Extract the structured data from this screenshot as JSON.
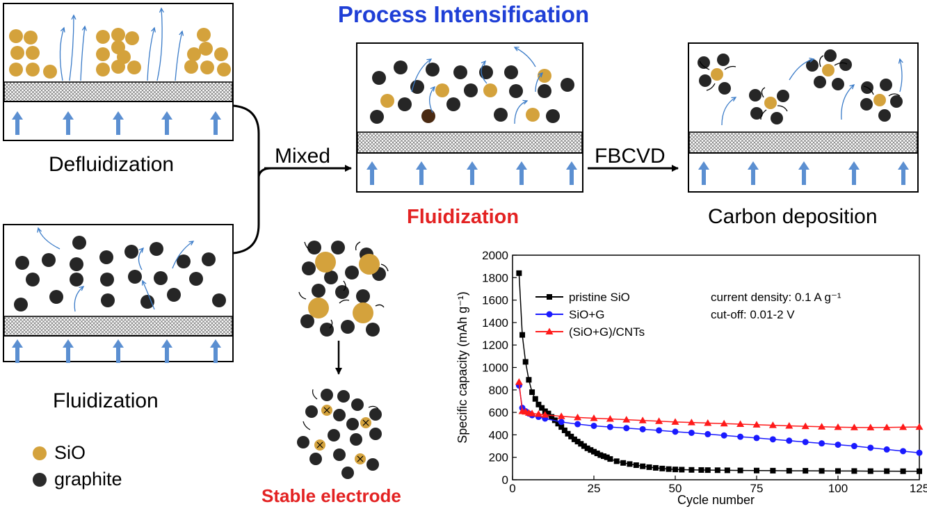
{
  "title": "Process Intensification",
  "colors": {
    "title": "#1f3fd6",
    "highlight": "#e32222",
    "sio": "#d4a23c",
    "graphite": "#262626",
    "air": "#5b8fd1",
    "plate": "#bdbdbd"
  },
  "beds": {
    "defluidization": "Defluidization",
    "fluidization_graphite": "Fluidization",
    "mixed_fluidization": "Fluidization",
    "carbon_deposition": "Carbon deposition"
  },
  "arrows": {
    "mixed": "Mixed",
    "fbcvd": "FBCVD"
  },
  "electrode": {
    "label": "Stable electrode"
  },
  "legend": [
    {
      "label": "SiO",
      "color": "#d4a23c"
    },
    {
      "label": "graphite",
      "color": "#2b2b2b"
    }
  ],
  "chart_data": {
    "type": "scatter",
    "xlabel": "Cycle number",
    "ylabel": "Specific capacity (mAh g⁻¹)",
    "xlim": [
      0,
      125
    ],
    "ylim": [
      0,
      2000
    ],
    "xticks": [
      0,
      25,
      50,
      75,
      100,
      125
    ],
    "yticks": [
      0,
      200,
      400,
      600,
      800,
      1000,
      1200,
      1400,
      1600,
      1800,
      2000
    ],
    "annotations": [
      "current density: 0.1 A g⁻¹",
      "cut-off: 0.01-2 V"
    ],
    "series": [
      {
        "name": "pristine SiO",
        "marker": "square",
        "color": "#000000",
        "x": [
          2,
          3,
          4,
          5,
          6,
          7,
          8,
          9,
          10,
          11,
          12,
          13,
          14,
          15,
          16,
          17,
          18,
          19,
          20,
          21,
          22,
          23,
          24,
          25,
          26,
          27,
          28,
          29,
          30,
          32,
          34,
          36,
          38,
          40,
          42,
          44,
          46,
          48,
          50,
          52,
          55,
          58,
          60,
          63,
          66,
          70,
          75,
          80,
          85,
          90,
          95,
          100,
          105,
          110,
          115,
          120,
          125
        ],
        "y": [
          1840,
          1290,
          1050,
          890,
          780,
          720,
          670,
          640,
          610,
          590,
          560,
          530,
          500,
          470,
          440,
          410,
          385,
          360,
          340,
          320,
          300,
          280,
          265,
          250,
          235,
          220,
          210,
          200,
          185,
          165,
          150,
          140,
          130,
          120,
          112,
          106,
          100,
          95,
          92,
          90,
          88,
          87,
          86,
          85,
          84,
          83,
          82,
          81,
          80,
          80,
          79,
          78,
          78,
          77,
          77,
          76,
          76
        ]
      },
      {
        "name": "SiO+G",
        "marker": "circle",
        "color": "#1a1aff",
        "x": [
          2,
          3,
          4,
          5,
          6,
          8,
          10,
          15,
          20,
          25,
          30,
          35,
          40,
          45,
          50,
          55,
          60,
          65,
          70,
          75,
          80,
          85,
          90,
          95,
          100,
          105,
          110,
          115,
          120,
          125
        ],
        "y": [
          840,
          640,
          610,
          590,
          575,
          560,
          545,
          515,
          495,
          480,
          470,
          460,
          450,
          440,
          428,
          418,
          406,
          395,
          383,
          372,
          360,
          348,
          336,
          324,
          312,
          300,
          285,
          270,
          255,
          240
        ]
      },
      {
        "name": "(SiO+G)/CNTs",
        "marker": "triangle",
        "color": "#ff1a1a",
        "x": [
          2,
          3,
          4,
          5,
          6,
          8,
          10,
          15,
          20,
          25,
          30,
          35,
          40,
          45,
          50,
          55,
          60,
          65,
          70,
          75,
          80,
          85,
          90,
          95,
          100,
          105,
          110,
          115,
          120,
          125
        ],
        "y": [
          870,
          610,
          605,
          595,
          590,
          585,
          578,
          565,
          555,
          548,
          542,
          535,
          528,
          522,
          515,
          510,
          505,
          500,
          495,
          490,
          485,
          480,
          476,
          472,
          468,
          466,
          465,
          466,
          468,
          470
        ]
      }
    ]
  }
}
